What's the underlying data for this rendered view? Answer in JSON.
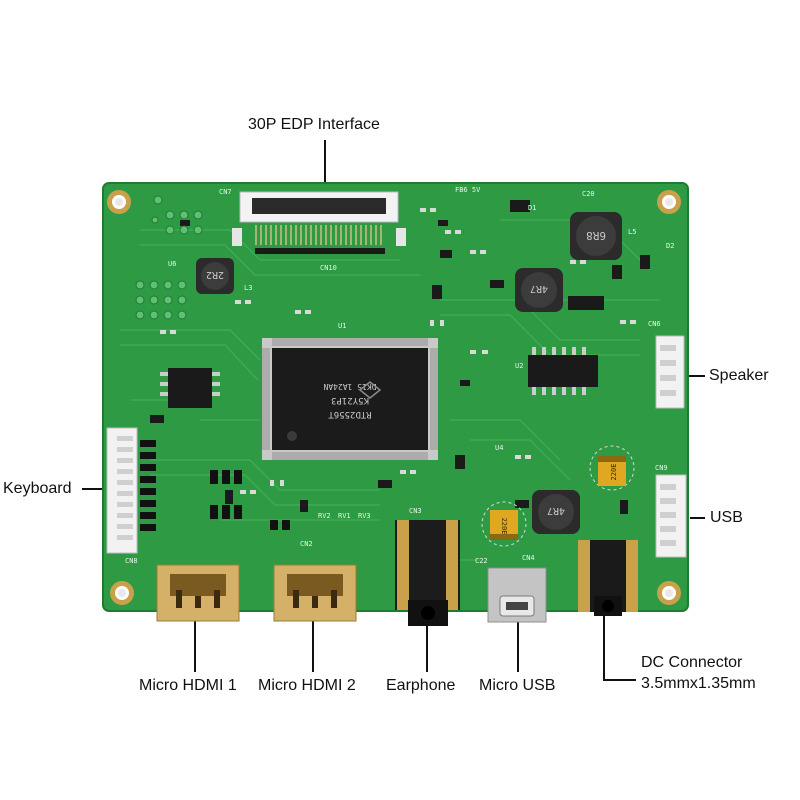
{
  "labels": {
    "edp": "30P EDP Interface",
    "speaker": "Speaker",
    "keyboard": "Keyboard",
    "usb": "USB",
    "hdmi1": "Micro HDMI 1",
    "hdmi2": "Micro HDMI 2",
    "earphone": "Earphone",
    "micro_usb": "Micro USB",
    "dc_connector": "DC Connector",
    "dc_size": "3.5mmx1.35mm"
  },
  "board_text": {
    "cn7": "CN7",
    "cn10": "CN10",
    "u1": "U1",
    "u2": "U2",
    "u4": "U4",
    "u6": "U6",
    "cn8": "CN8",
    "cn9": "CN9",
    "cn3": "CN3",
    "cn4": "CN4",
    "cn2": "CN2",
    "cn6": "CN6",
    "l3": "L3",
    "l5": "L5",
    "d1": "D1",
    "d2": "D2",
    "c20": "C20",
    "c22": "C22",
    "rv2": "RV2",
    "rv1": "RV1",
    "rv3": "RV3",
    "ind_2r2": "2R2",
    "ind_6r8": "6R8",
    "ind_4r7a": "4R7",
    "ind_4r7b": "4R7",
    "cap_220": "220E",
    "cap_220b": "220E",
    "fb": "FB6  5V",
    "mcu_line1": "RTD2556T",
    "mcu_line2": "K5Y21P3",
    "mcu_line3": "DK15 1A24AN"
  },
  "colors": {
    "pcb": "#2f9a44",
    "pcb_dark": "#1f7a33",
    "trace": "#3fae55",
    "gold": "#c9a14a"
  }
}
